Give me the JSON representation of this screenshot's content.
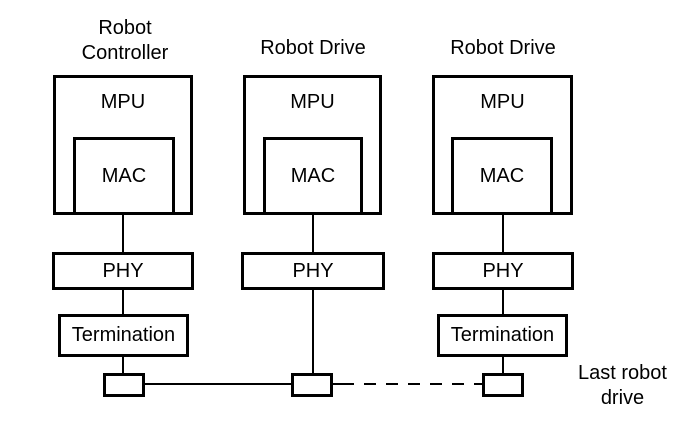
{
  "canvas": {
    "background": "#ffffff",
    "line_color": "#000000",
    "text_color": "#000000"
  },
  "columns": [
    {
      "title_line1": "Robot",
      "title_line2": "Controller",
      "mpu_label": "MPU",
      "mac_label": "MAC",
      "phy_label": "PHY",
      "termination_label": "Termination"
    },
    {
      "title": "Robot Drive",
      "mpu_label": "MPU",
      "mac_label": "MAC",
      "phy_label": "PHY"
    },
    {
      "title": "Robot Drive",
      "mpu_label": "MPU",
      "mac_label": "MAC",
      "phy_label": "PHY",
      "termination_label": "Termination"
    }
  ],
  "annotation": {
    "line1": "Last robot",
    "line2": "drive"
  }
}
